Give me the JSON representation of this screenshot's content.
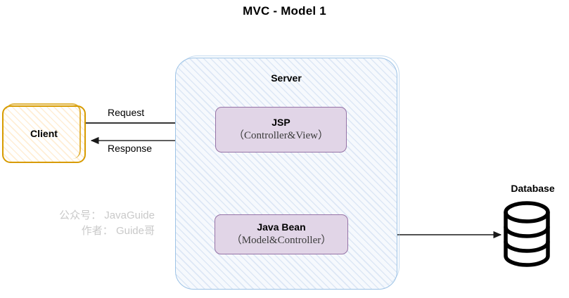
{
  "title": "MVC  - Model 1",
  "nodes": {
    "client": {
      "label": "Client",
      "fill": "#ffffff",
      "stroke": "#d79b00"
    },
    "server": {
      "label": "Server",
      "fill": "#f6f9fd",
      "stroke": "#9dc3e6"
    },
    "jsp": {
      "title": "JSP",
      "subtitle": "（Controller&View）",
      "fill": "#e1d5e7",
      "stroke": "#9673a6"
    },
    "java_bean": {
      "title": "Java Bean",
      "subtitle": "（Model&Controller）",
      "fill": "#e1d5e7",
      "stroke": "#9673a6"
    },
    "database": {
      "label": "Database",
      "stroke": "#000000"
    }
  },
  "edges": {
    "request": {
      "label": "Request",
      "from": "client",
      "to": "jsp",
      "direction": "forward"
    },
    "response": {
      "label": "Response",
      "from": "jsp",
      "to": "client",
      "direction": "forward"
    },
    "jsp_javabean": {
      "label": "",
      "from": "jsp",
      "to": "java_bean",
      "direction": "both"
    },
    "javabean_database": {
      "label": "",
      "from": "java_bean",
      "to": "database",
      "direction": "both"
    }
  },
  "watermark": {
    "line1": "公众号： JavaGuide",
    "line2": "作者： Guide哥",
    "color": "#c9c9c9"
  }
}
